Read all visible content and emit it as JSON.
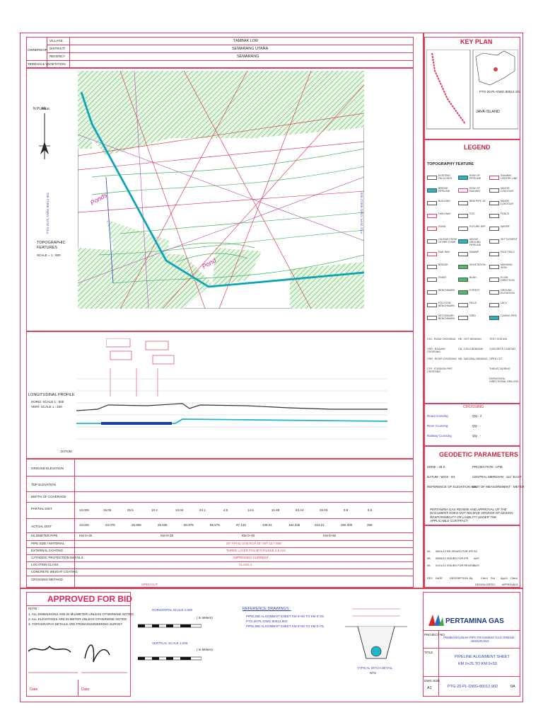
{
  "header": {
    "labels": {
      "village": "VILLAGE",
      "district": "DISTRICT/",
      "regency": "REGENCY",
      "ownership": "OWNERSHIP",
      "terrain": "TERRAIN & VEGETATION"
    },
    "values": {
      "village": "TAMBAK LOR",
      "district": "SEMARANG UTARA",
      "regency": "SEMARANG"
    }
  },
  "plan": {
    "north_label": "N PLAN",
    "true_label": "TRUE",
    "topo_title": "TOPOGRAPHIC FEATURES",
    "topo_scale": "SCALE = 1 : 500",
    "side_label_left": "PTG-20-PL-DWG-80012-901",
    "side_label_right": "PTG-20-PL-DWG-80012-903",
    "pond_1": "Ponds",
    "pond_2": "Pond"
  },
  "profile": {
    "title": "LONGITUDINAL PROFILE",
    "hscale": "HORIZ. SCALE 1 : 500",
    "vscale": "VERT. SCALE 1 : 200",
    "datum": "DATUM"
  },
  "rows": {
    "labels": [
      "GROUND ELEVATION",
      "TOP ELEVATION",
      "DEPTH OF COVERAGE",
      "PARTIAL DIST",
      "ACTUAL DIST",
      "KILOMETER PIPE",
      "PIPE SIZE / MATERIAL",
      "EXTERNAL COATING",
      "CATHODIC PROTECTION DETAILS",
      "LOCATION CLASS",
      "CONCRETE WEIGHT COATING",
      "CROSSING METHOD"
    ],
    "partial": [
      "13.025",
      "19.05",
      "25.5",
      "10.2",
      "13.02",
      "24.1",
      "4.5",
      "14.5",
      "21.69",
      "63.44",
      "33.03",
      "9.8",
      "5.5"
    ],
    "actual": [
      "13.025",
      "23.075",
      "25.905",
      "26.535",
      "80.975",
      "95.575",
      "87.133",
      "106.01",
      "164.235",
      "223.21",
      "250.305",
      "256"
    ],
    "km": [
      "KM 0+25",
      "KM 0+30",
      "KM 0+40",
      "KM 0+50"
    ],
    "pipe": "20\" API 5L Gr.B SCH 40 / WT 12.7 MM",
    "coating": "THREE LAYER POLYETHYLENE 2,5 mm",
    "cp": "IMPRESSED CURRENT",
    "class": "CLASS 4",
    "method": "OPEN CUT"
  },
  "key_plan": {
    "title": "KEY PLAN",
    "island": "JAVA ISLAND",
    "ref": "PTG-20-PL-DWG-80012-101"
  },
  "legend": {
    "title": "LEGEND",
    "subtitle": "TOPOGRAPHY FEATURE",
    "items": [
      [
        "EXISTING FACILITIES",
        "ROW OF PIPELINE",
        "RAILWAY CENTER LINE"
      ],
      [
        "BRIDGE PIPELINE",
        "ROW OF RAILWAY",
        "MAJOR CONTOUR"
      ],
      [
        "BUILDING",
        "BEM PIPE 16\"",
        "MINOR CONTOUR"
      ],
      [
        "HIGH WAY",
        "FOC",
        "FENCE"
      ],
      [
        "ROAD",
        "FUTURE SPP",
        "WATER"
      ],
      [
        "OIL/GAS FROM OTHER COMP.",
        "ABOVE GROUND PIPELINE",
        "SETTLEMENT"
      ],
      [
        "RAIL WAY",
        "SWAMP",
        "RICE FIELD"
      ],
      [
        "BRIDGE",
        "VEGETATION",
        "MARKING SIGN"
      ],
      [
        "RIVER",
        "BUSH",
        "FLOW DIRECTION"
      ],
      [
        "BENCHMARK",
        "FOREST",
        "GROUND ELEVATION"
      ],
      [
        "POLYGON BENCHMARK",
        "FIELD",
        "LBCV"
      ],
      [
        "SECONDARY BENCHMARK",
        "GRID",
        "CASING PIPE"
      ]
    ],
    "crossing_codes": [
      [
        "CRJ : ROAD CROSSING",
        "HB : HOT BENDING",
        "TEST STATION"
      ],
      [
        "CRR : RAILWAY CROSSING",
        "CB : COLD BENDING",
        "CONCRETE COATING"
      ],
      [
        "CRR : RIVER CROSSING",
        "NB : NATURAL BENDING",
        "OPEN CUT"
      ],
      [
        "CFP : FOREIGN PIPE CROSSING",
        "",
        "THRUST BORING"
      ],
      [
        "",
        "",
        "HORIZONTAL DIRECTIONAL DRILLING"
      ]
    ]
  },
  "crossing": {
    "title": "CROSSING",
    "rows": [
      [
        "Road Crossing",
        "Qty : 2"
      ],
      [
        "River Crossing",
        "Qty : -"
      ],
      [
        "Railway Crossing",
        "Qty : -"
      ]
    ]
  },
  "geodetic": {
    "title": "GEODETIC PARAMETERS",
    "rows": [
      [
        "ZONE : 49 S",
        "PROJECTION : UTM"
      ],
      [
        "DATUM : WGS - 84",
        "CENTRAL MERIDIAN : 111° EAST"
      ],
      [
        "REFERENCE OF ELEVATION MSL",
        "UNIT OF MEASUREMENT : METER"
      ]
    ],
    "note": "PERTAMINA GAS REVIEW AND APPROVAL OF THE DOCUMENT DOES NOT RELIEVE VENDOR OF DESIGN RESPONSIBILITY OR LIABILITY UNDER THE APPLICABLE CONTRACT"
  },
  "revisions": {
    "rows": [
      [
        "0A",
        "05/01/12",
        "RE-ISSUED FOR IFR",
        "RC"
      ],
      [
        "0B",
        "05/05/12",
        "ISSUED FOR IFR",
        "AHS"
      ],
      [
        "0A",
        "01/01/12",
        "ISSUED FOR REVIEW",
        "AHS"
      ]
    ],
    "heads": [
      "REV",
      "DATE",
      "DESCRIPTION",
      "By",
      "Chk'd",
      "Prd",
      "App'd",
      "Client"
    ],
    "foot": [
      "DESIGN ORTEC",
      "APPROVALS"
    ]
  },
  "approved": {
    "title": "APPROVED FOR BID",
    "notes": [
      "1. ALL DIMENSIONS ARE IN MILIMETER UNLESS OTHERWISE NOTED",
      "2. ALL ELEVATIONS ARE IN METER UNLESS OTHERWISE NOTED",
      "3. TOPOGRAPHY DETAILS ARE FROM ENGINEERING SURVEY"
    ],
    "note_title": "NOTE :",
    "date1": "Date",
    "date2": "Date"
  },
  "scales": {
    "horizontal": "HORIZONTAL SCALE 1:500",
    "vertical": "VERTICAL SCALE 1:200",
    "unit": "( in Meters)"
  },
  "refs": {
    "title": "REFERENCE DRAWINGS :",
    "items": [
      "PIPELINE ALIGNMENT SHEET KM 0+00 TO KM 0+25",
      "PTG-20-PL-DWG-80012-902",
      "PIPELINE ALIGNMENT SHEET KM 0+50 TO KM 0+75"
    ]
  },
  "detail": {
    "title": "TYPICAL DITCH DETAIL",
    "scale": "NTS"
  },
  "title_block": {
    "company": "PERTAMINA GAS",
    "project_label": "PROJECT NO.",
    "project": "PEMBANGUNAN PIPA TRANSMISI GAS GRESIK - SEMARANG",
    "title_label": "TITLE",
    "title1": "PIPELINE ALIGNMENT SHEET",
    "title2": "KM 0+25 TO KM 0+50",
    "dwg_no": "PTG-20-PL-DWG-80012-902",
    "rev": "0A",
    "scale_lbl": "DWG SIZE",
    "size": "A1"
  },
  "colors": {
    "frame": "#d9405a",
    "pipe": "#20b7c8",
    "green": "#49c064"
  }
}
